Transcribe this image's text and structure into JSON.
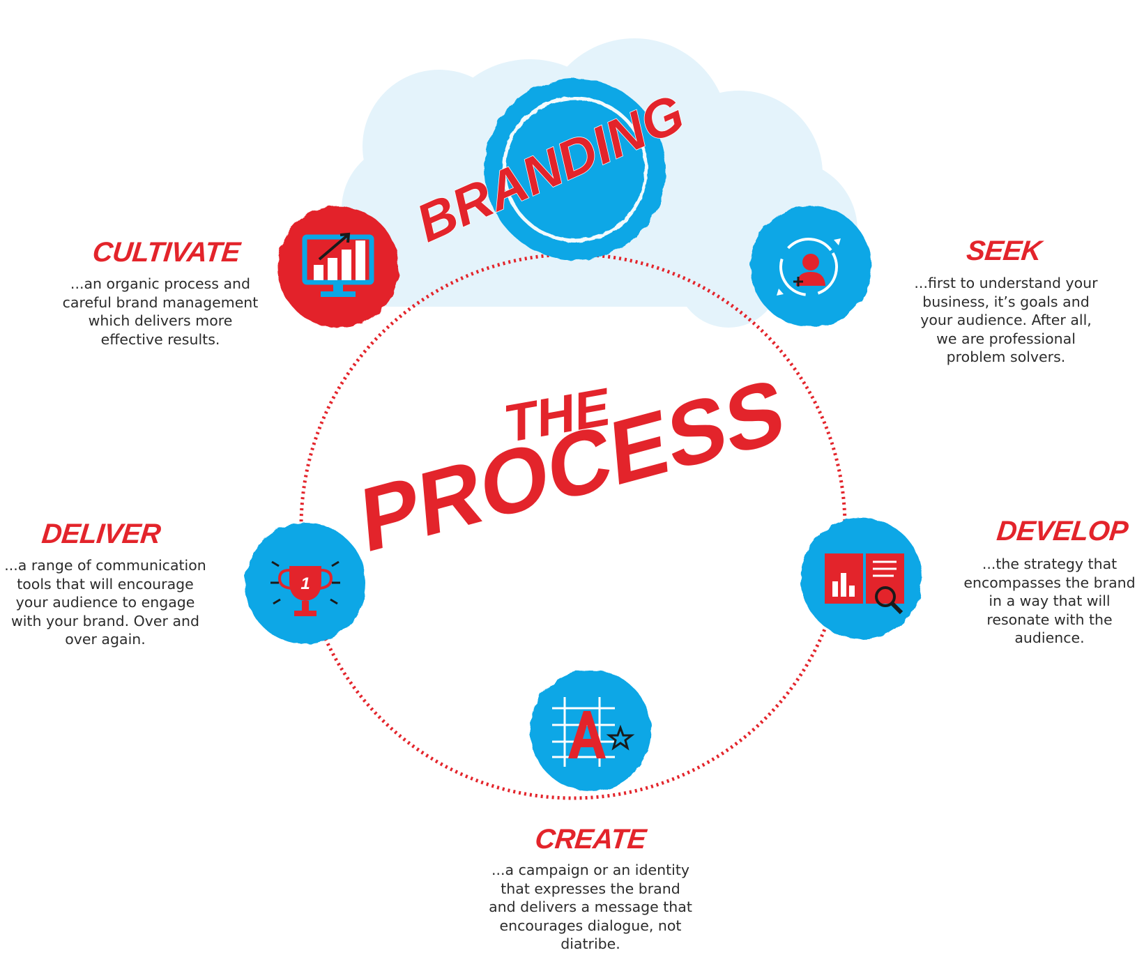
{
  "title": {
    "line1": "THE",
    "line2": "PROCESS"
  },
  "center_badge": {
    "label": "BRANDING"
  },
  "colors": {
    "red": "#e3242b",
    "blue": "#0aa7e6",
    "cloud": "#e4f3fb",
    "text": "#2b2b2b"
  },
  "steps": [
    {
      "id": "seek",
      "heading": "SEEK",
      "icon": "person-refresh-icon",
      "lines": [
        "...first to understand your",
        "business, it’s goals and",
        "your audience. After all,",
        "we are professional",
        "problem solvers."
      ]
    },
    {
      "id": "develop",
      "heading": "DEVELOP",
      "icon": "book-chart-magnifier-icon",
      "lines": [
        "...the strategy that",
        "encompasses the brand",
        "in a way that will",
        "resonate with the",
        "audience."
      ]
    },
    {
      "id": "create",
      "heading": "CREATE",
      "icon": "letter-a-star-grid-icon",
      "lines": [
        "...a campaign or an identity",
        "that expresses the brand",
        "and delivers a message that",
        "encourages dialogue, not",
        "diatribe."
      ]
    },
    {
      "id": "deliver",
      "heading": "DELIVER",
      "icon": "trophy-number-one-icon",
      "trophy_number": "1",
      "lines": [
        "...a range of communication",
        "tools that will encourage",
        "your audience to engage",
        "with your brand. Over and",
        "over again."
      ]
    },
    {
      "id": "cultivate",
      "heading": "CULTIVATE",
      "icon": "monitor-growth-chart-icon",
      "lines": [
        "...an organic process and",
        "careful brand management",
        "which delivers more",
        "effective results."
      ]
    }
  ]
}
